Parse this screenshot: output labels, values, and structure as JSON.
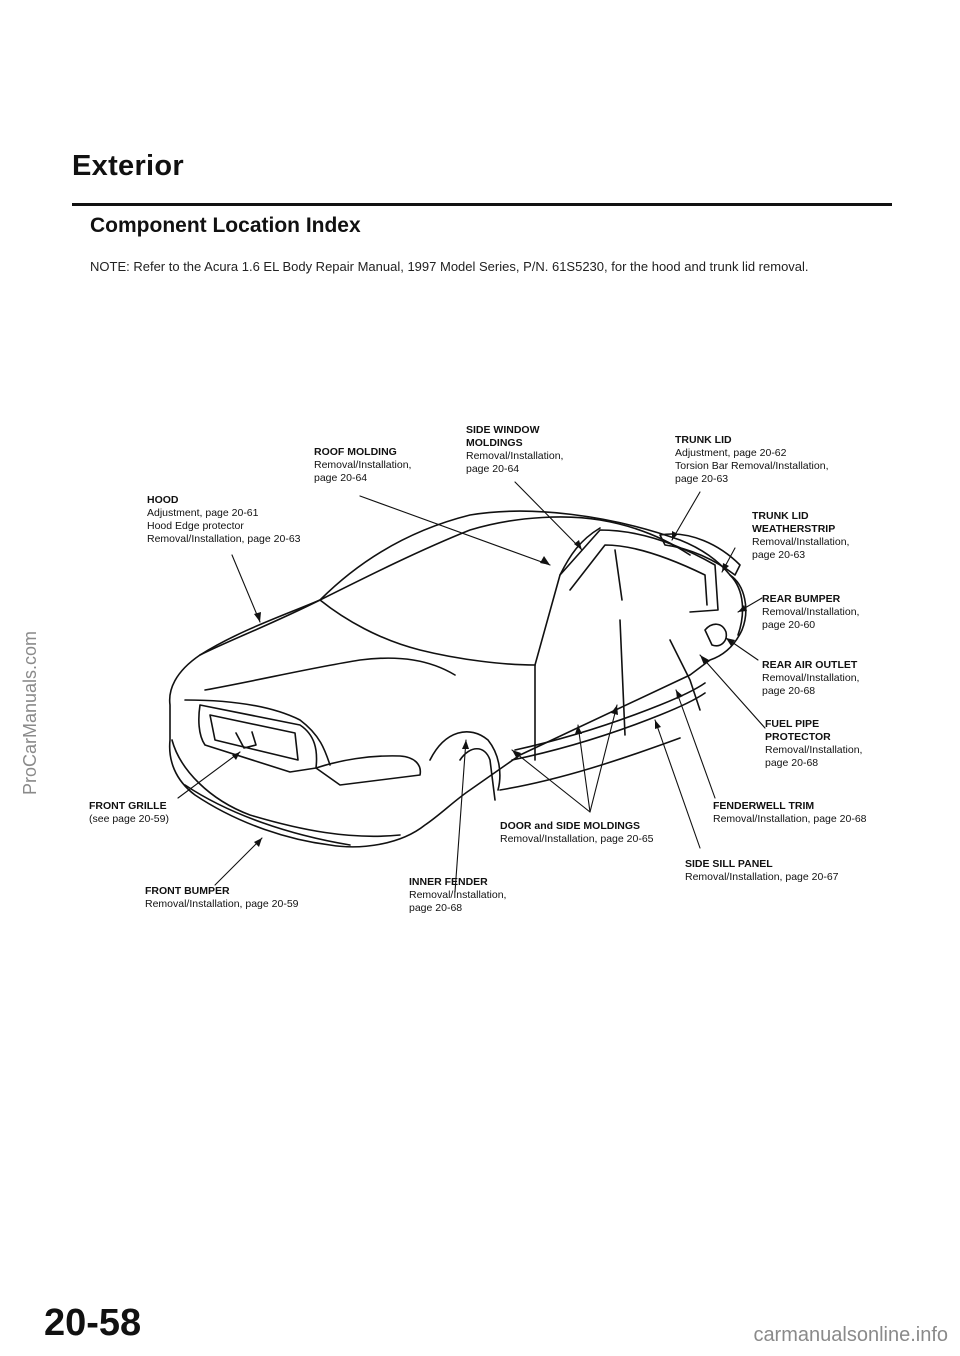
{
  "header": {
    "title": "Exterior",
    "subtitle": "Component Location Index",
    "note": "NOTE: Refer to the Acura 1.6 EL Body Repair Manual, 1997 Model Series, P/N. 61S5230, for the hood and trunk lid removal."
  },
  "labels": {
    "roof_molding": {
      "title": "ROOF MOLDING",
      "l1": "Removal/Installation,",
      "l2": "page 20-64"
    },
    "side_window": {
      "title": "SIDE WINDOW",
      "title2": "MOLDINGS",
      "l1": "Removal/Installation,",
      "l2": "page 20-64"
    },
    "trunk_lid": {
      "title": "TRUNK LID",
      "l1": "Adjustment, page 20-62",
      "l2": "Torsion Bar Removal/Installation,",
      "l3": "page 20-63"
    },
    "hood": {
      "title": "HOOD",
      "l1": "Adjustment, page 20-61",
      "l2": "Hood Edge protector",
      "l3": "Removal/Installation, page 20-63"
    },
    "trunk_weather": {
      "title": "TRUNK LID",
      "title2": "WEATHERSTRIP",
      "l1": "Removal/Installation,",
      "l2": "page 20-63"
    },
    "rear_bumper": {
      "title": "REAR BUMPER",
      "l1": "Removal/Installation,",
      "l2": "page 20-60"
    },
    "rear_air": {
      "title": "REAR AIR OUTLET",
      "l1": "Removal/Installation,",
      "l2": "page 20-68"
    },
    "fuel_pipe": {
      "title": "FUEL PIPE",
      "title2": "PROTECTOR",
      "l1": "Removal/Installation,",
      "l2": "page 20-68"
    },
    "fenderwell": {
      "title": "FENDERWELL TRIM",
      "l1": "Removal/Installation, page 20-68"
    },
    "front_grille": {
      "title": "FRONT GRILLE",
      "l1": "(see page 20-59)"
    },
    "door_side": {
      "title": "DOOR and SIDE MOLDINGS",
      "l1": "Removal/Installation, page 20-65"
    },
    "side_sill": {
      "title": "SIDE SILL PANEL",
      "l1": "Removal/Installation, page 20-67"
    },
    "front_bumper": {
      "title": "FRONT BUMPER",
      "l1": "Removal/Installation, page 20-59"
    },
    "inner_fender": {
      "title": "INNER FENDER",
      "l1": "Removal/Installation,",
      "l2": "page 20-68"
    }
  },
  "footer": {
    "page_number": "20-58",
    "side_watermark": "ProCarManuals.com",
    "bottom_watermark": "carmanualsonline.info"
  }
}
